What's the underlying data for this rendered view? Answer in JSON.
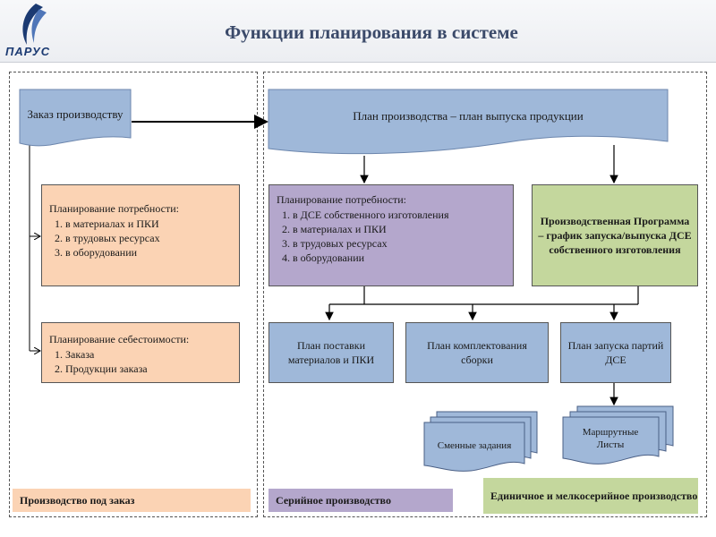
{
  "title": "Функции планирования в системе",
  "logo": {
    "text": "ПАРУС"
  },
  "left_panel": {
    "order_box": "Заказ производству",
    "needs_box": {
      "title": "Планирование потребности:",
      "items": [
        "в материалах и ПКИ",
        "в трудовых ресурсах",
        "в оборудовании"
      ]
    },
    "cost_box": {
      "title": "Планирование себестоимости:",
      "items": [
        "Заказа",
        "Продукции заказа"
      ]
    },
    "footer": "Производство под заказ"
  },
  "right_panel": {
    "plan_banner": "План производства – план выпуска продукции",
    "needs_box": {
      "title": "Планирование потребности:",
      "items": [
        "в ДСЕ собственного изготовления",
        "в материалах и ПКИ",
        "в трудовых ресурсах",
        "в оборудовании"
      ]
    },
    "program_box": "Производственная Программа – график запуска/выпуска ДСЕ собственного изготовления",
    "supply_box": "План поставки материалов и ПКИ",
    "assembly_box": "План комплектования сборки",
    "launch_box": "План запуска партий ДСЕ",
    "shift_doc": "Сменные задания",
    "route_doc": "Маршрутные Листы",
    "footer_serial": "Серийное производство",
    "footer_single": "Единичное и мелкосерийное производство"
  },
  "colors": {
    "blue": "#9fb8d9",
    "peach": "#fbd3b4",
    "purple": "#b4a7cc",
    "green": "#c4d79d",
    "title": "#3b4a6a"
  },
  "icons": [
    "logo-sail-icon",
    "documents-stack-icon"
  ]
}
